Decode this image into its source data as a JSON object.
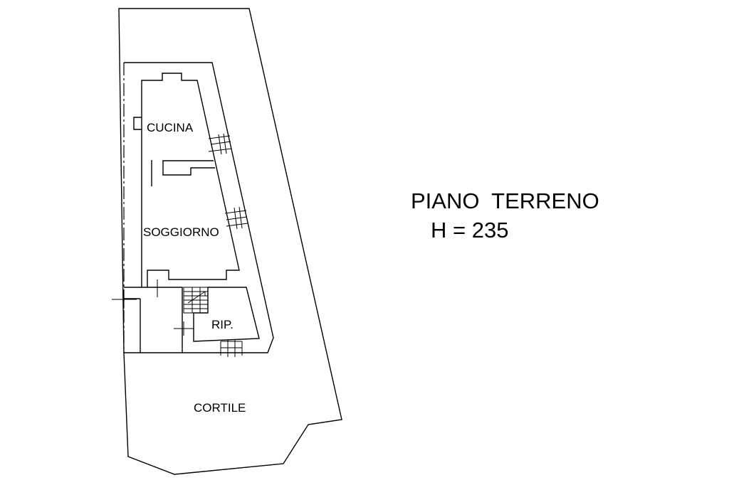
{
  "title": {
    "floor": "PIANO  TERRENO",
    "height": "H = 235"
  },
  "rooms": {
    "kitchen": "CUCINA",
    "living": "SOGGIORNO",
    "storage": "RIP.",
    "courtyard": "CORTILE"
  },
  "colors": {
    "line": "#000000",
    "background": "#ffffff"
  }
}
